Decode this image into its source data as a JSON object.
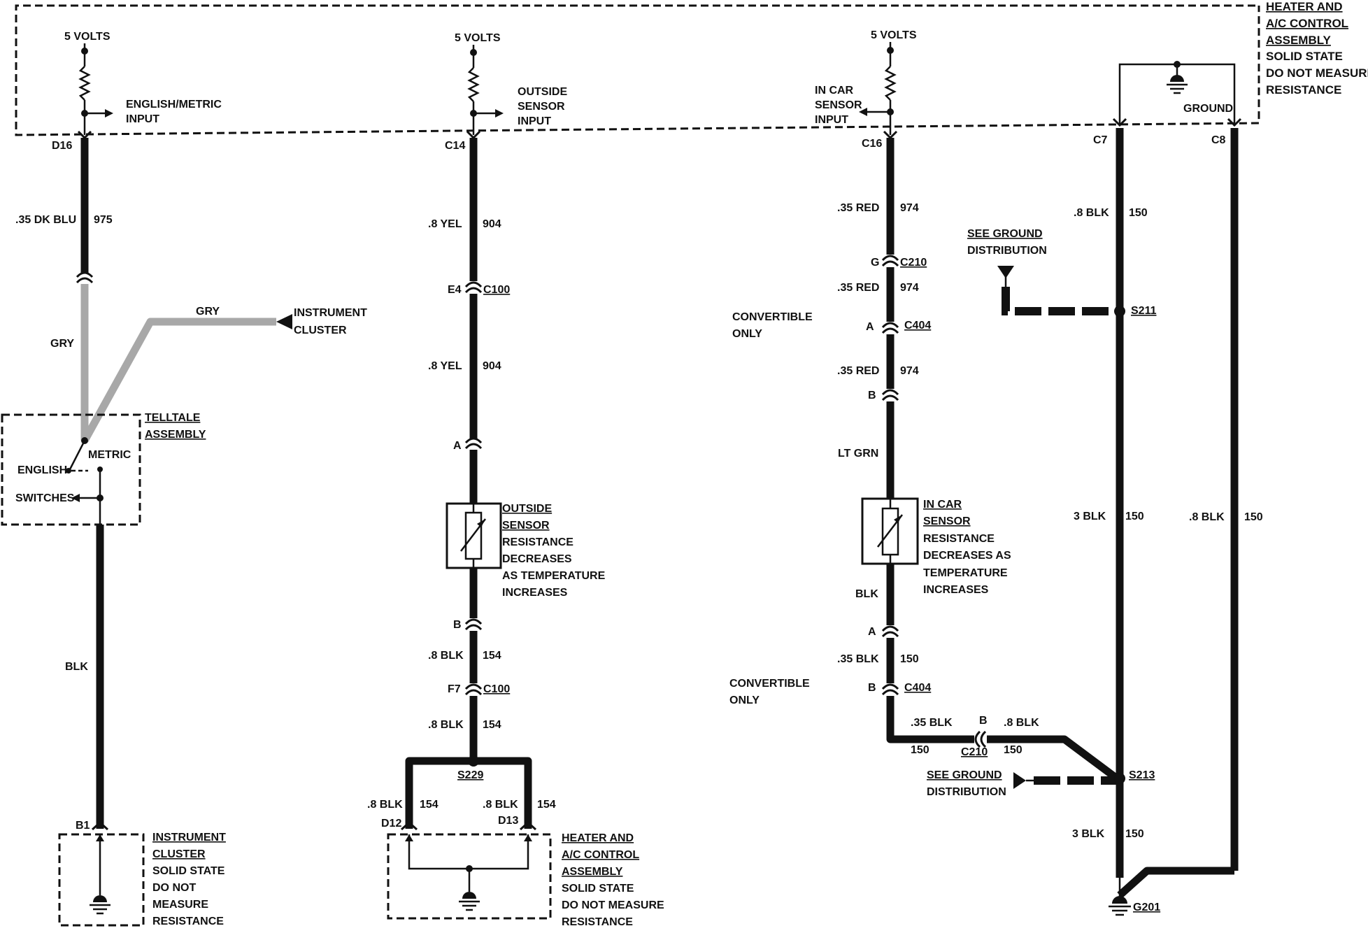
{
  "header": {
    "title_lines": [
      "HEATER AND",
      "A/C CONTROL",
      "ASSEMBLY",
      "SOLID STATE",
      "DO NOT MEASURE",
      "RESISTANCE"
    ]
  },
  "top_module": {
    "volts_1": "5 VOLTS",
    "volts_2": "5 VOLTS",
    "volts_3": "5 VOLTS",
    "english_metric_input": [
      "ENGLISH/METRIC",
      "INPUT"
    ],
    "outside_sensor_input": [
      "OUTSIDE",
      "SENSOR",
      "INPUT"
    ],
    "in_car_sensor_input": [
      "IN CAR",
      "SENSOR",
      "INPUT"
    ],
    "ground": "GROUND",
    "terminals": {
      "d16": "D16",
      "c14": "C14",
      "c16": "C16",
      "c7": "C7",
      "c8": "C8"
    }
  },
  "circuit_english_metric": {
    "wire_1": ".35 DK BLU",
    "circuit_1": "975",
    "gry_vertical": "GRY",
    "gry_diagonal": "GRY",
    "instrument_cluster_ref": [
      "INSTRUMENT",
      "CLUSTER"
    ],
    "telltale_title": [
      "TELLTALE",
      "ASSEMBLY"
    ],
    "english": "ENGLISH",
    "metric": "METRIC",
    "switches": "SWITCHES",
    "wire_blk": "BLK",
    "terminal_b1": "B1",
    "cluster_box": [
      "INSTRUMENT",
      "CLUSTER",
      "SOLID STATE",
      "DO NOT",
      "MEASURE",
      "RESISTANCE"
    ]
  },
  "circuit_outside_sensor": {
    "wire_1": ".8 YEL",
    "circuit_1": "904",
    "e4": "E4",
    "c100_a": "C100",
    "wire_2": ".8 YEL",
    "circuit_2": "904",
    "pin_a": "A",
    "sensor_title": [
      "OUTSIDE",
      "SENSOR"
    ],
    "sensor_desc": [
      "RESISTANCE",
      "DECREASES",
      "AS TEMPERATURE",
      "INCREASES"
    ],
    "pin_b": "B",
    "wire_3": ".8 BLK",
    "circuit_3": "154",
    "f7": "F7",
    "c100_b": "C100",
    "wire_4": ".8 BLK",
    "circuit_4": "154",
    "splice": "S229",
    "wire_5": ".8 BLK",
    "circuit_5": "154",
    "wire_6": ".8 BLK",
    "circuit_6": "154",
    "d12": "D12",
    "d13": "D13",
    "box": [
      "HEATER AND",
      "A/C CONTROL",
      "ASSEMBLY",
      "SOLID STATE",
      "DO NOT MEASURE",
      "RESISTANCE"
    ]
  },
  "circuit_in_car_sensor": {
    "wire_1": ".35 RED",
    "circuit_1": "974",
    "g": "G",
    "c210": "C210",
    "wire_2": ".35 RED",
    "circuit_2": "974",
    "convertible_1": [
      "CONVERTIBLE",
      "ONLY"
    ],
    "pin_a1": "A",
    "c404_a": "C404",
    "wire_3": ".35 RED",
    "circuit_3": "974",
    "pin_b1": "B",
    "wire_ltgrn": "LT GRN",
    "sensor_title": [
      "IN CAR",
      "SENSOR"
    ],
    "sensor_desc": [
      "RESISTANCE",
      "DECREASES AS",
      "TEMPERATURE",
      "INCREASES"
    ],
    "wire_blk": "BLK",
    "pin_a2": "A",
    "wire_4": ".35 BLK",
    "circuit_4": "150",
    "convertible_2": [
      "CONVERTIBLE",
      "ONLY"
    ],
    "pin_b2": "B",
    "c404_b": "C404",
    "wire_5": ".35  BLK",
    "circuit_5": "150",
    "pin_b3": "B",
    "c210_b": "C210",
    "wire_6": ".8 BLK",
    "circuit_6": "150"
  },
  "circuit_ground": {
    "wire_1": ".8 BLK",
    "circuit_1": "150",
    "see_ground_1": [
      "SEE GROUND",
      "DISTRIBUTION"
    ],
    "s211": "S211",
    "wire_2": "3 BLK",
    "circuit_2": "150",
    "wire_3": ".8 BLK",
    "circuit_3": "150",
    "see_ground_2": [
      "SEE GROUND",
      "DISTRIBUTION"
    ],
    "s213": "S213",
    "wire_4": "3 BLK",
    "circuit_4": "150",
    "g201": "G201"
  }
}
